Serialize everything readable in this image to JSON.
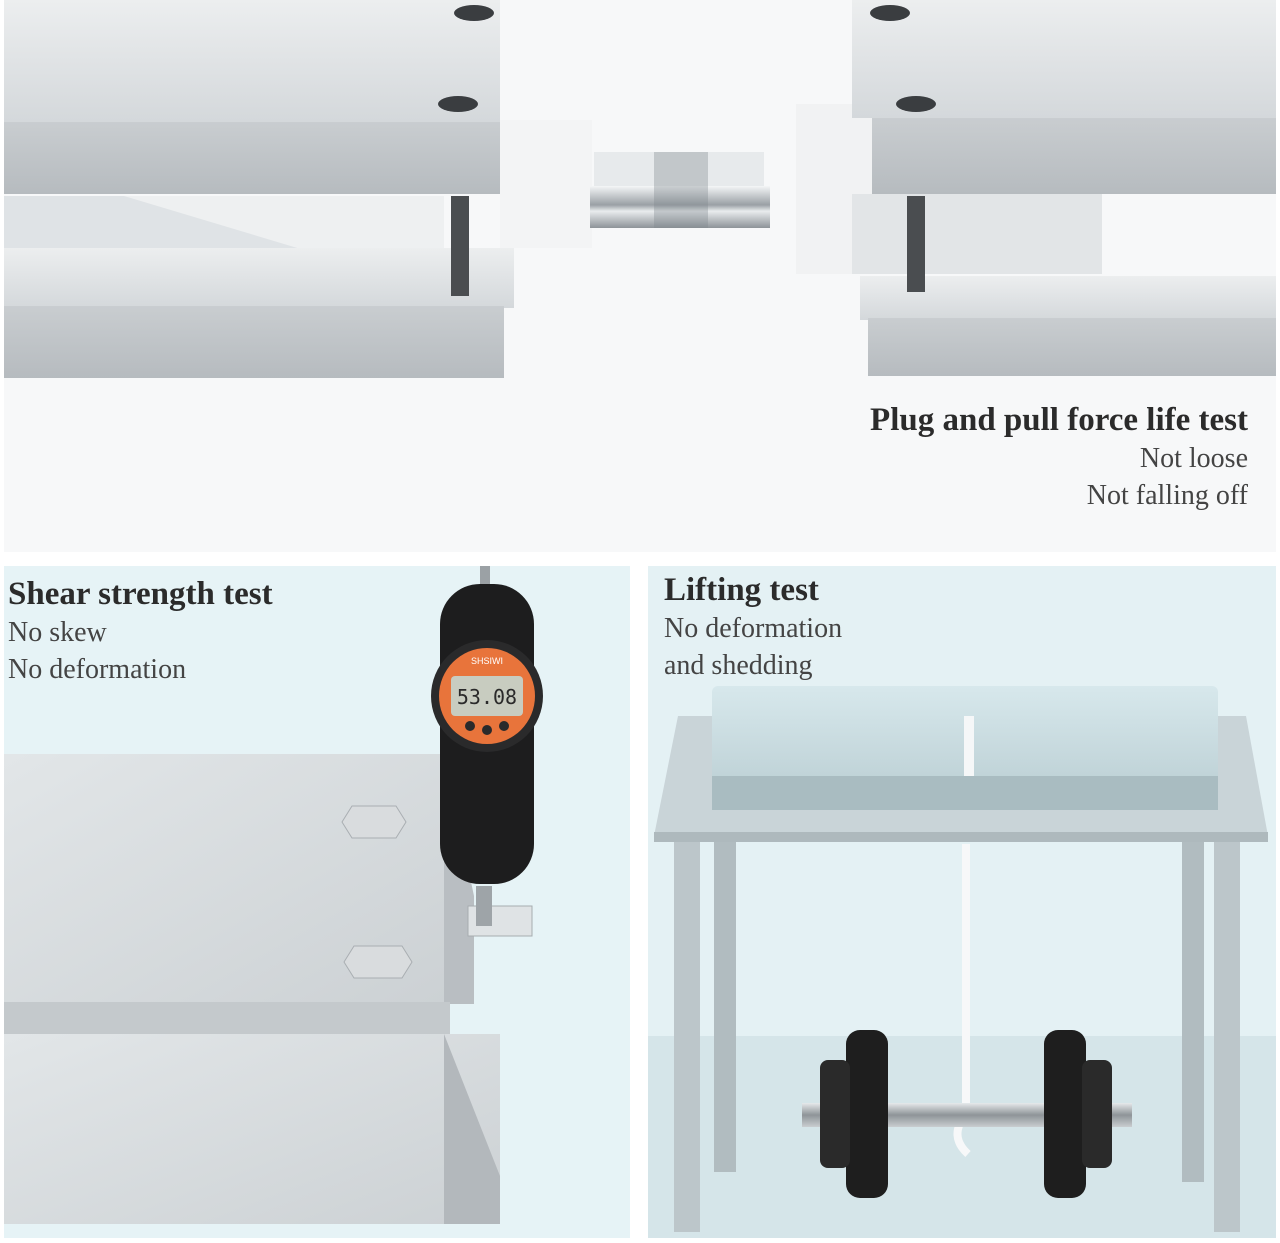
{
  "panels": {
    "top": {
      "title": "Plug and pull force life test",
      "lines": [
        "Not loose",
        "Not falling off"
      ]
    },
    "left": {
      "title": "Shear strength test",
      "lines": [
        "No skew",
        "No deformation"
      ],
      "gauge_reading": "53.08",
      "gauge_brand": "SHSIWI"
    },
    "right": {
      "title": "Lifting test",
      "lines": [
        "No deformation",
        "and shedding"
      ]
    }
  },
  "colors": {
    "metal": "#cfd3d6",
    "background_top": "#f7f8f9",
    "background_bottom": "#e5f2f5",
    "gauge_accent": "#e8743b",
    "dumbbell": "#1e1e1e"
  }
}
